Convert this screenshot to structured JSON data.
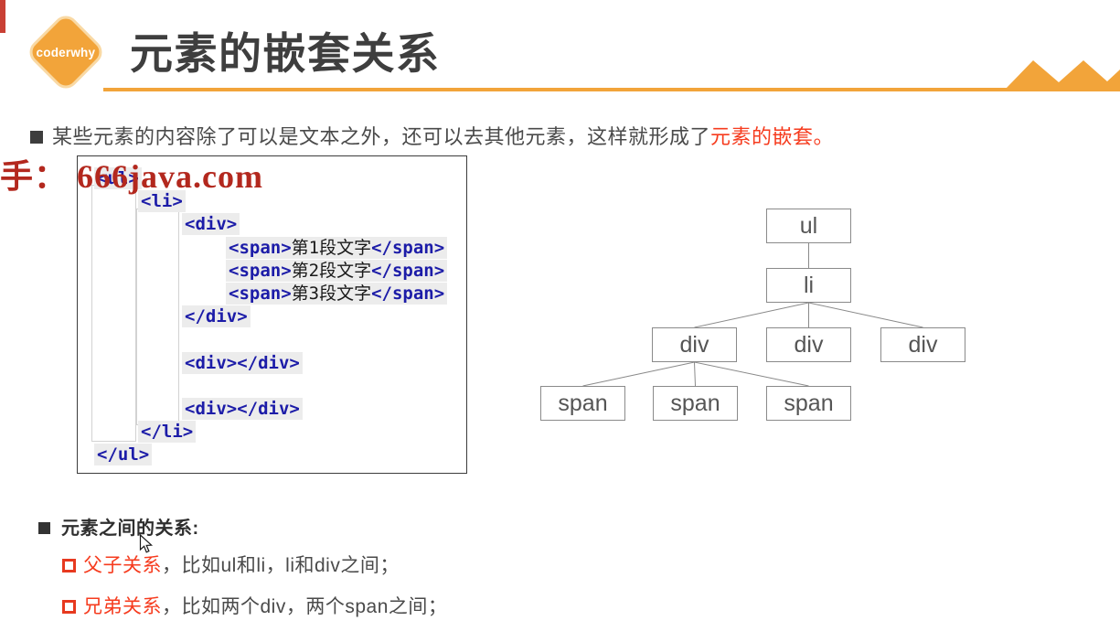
{
  "header": {
    "logo_text": "coderwhy",
    "title": "元素的嵌套关系"
  },
  "colors": {
    "accent_orange": "#F2A43A",
    "accent_red": "#F63B1E",
    "watermark_red": "#B3281E",
    "code_tag_blue": "#1C1CA8",
    "corner_red": "#C94034"
  },
  "watermark": {
    "text": "手： 666java.com"
  },
  "intro": {
    "text": "某些元素的内容除了可以是文本之外，还可以去其他元素，这样就形成了",
    "highlight": "元素的嵌套。"
  },
  "code": {
    "lines": [
      {
        "indent": 0,
        "tokens": [
          [
            "tag",
            "<ul>"
          ]
        ]
      },
      {
        "indent": 1,
        "tokens": [
          [
            "tag",
            "<li>"
          ]
        ]
      },
      {
        "indent": 2,
        "tokens": [
          [
            "tag",
            "<div>"
          ]
        ]
      },
      {
        "indent": 3,
        "tokens": [
          [
            "tag",
            "<span>"
          ],
          [
            "txt",
            "第1段文字"
          ],
          [
            "tag",
            "</span>"
          ]
        ]
      },
      {
        "indent": 3,
        "tokens": [
          [
            "tag",
            "<span>"
          ],
          [
            "txt",
            "第2段文字"
          ],
          [
            "tag",
            "</span>"
          ]
        ]
      },
      {
        "indent": 3,
        "tokens": [
          [
            "tag",
            "<span>"
          ],
          [
            "txt",
            "第3段文字"
          ],
          [
            "tag",
            "</span>"
          ]
        ]
      },
      {
        "indent": 2,
        "tokens": [
          [
            "tag",
            "</div>"
          ]
        ]
      },
      {
        "indent": 2,
        "tokens": []
      },
      {
        "indent": 2,
        "tokens": [
          [
            "tag",
            "<div></div>"
          ]
        ]
      },
      {
        "indent": 2,
        "tokens": []
      },
      {
        "indent": 2,
        "tokens": [
          [
            "tag",
            "<div></div>"
          ]
        ]
      },
      {
        "indent": 1,
        "tokens": [
          [
            "tag",
            "</li>"
          ]
        ]
      },
      {
        "indent": 0,
        "tokens": [
          [
            "tag",
            "</ul>"
          ]
        ]
      }
    ]
  },
  "diagram": {
    "nodes": [
      {
        "id": "ul",
        "label": "ul"
      },
      {
        "id": "li",
        "label": "li"
      },
      {
        "id": "div-1",
        "label": "div"
      },
      {
        "id": "div-2",
        "label": "div"
      },
      {
        "id": "div-3",
        "label": "div"
      },
      {
        "id": "span-1",
        "label": "span"
      },
      {
        "id": "span-2",
        "label": "span"
      },
      {
        "id": "span-3",
        "label": "span"
      }
    ]
  },
  "relations": {
    "heading": "元素之间的关系:",
    "items": [
      {
        "term": "父子关系",
        "rest": "，比如ul和li，li和div之间；"
      },
      {
        "term": "兄弟关系",
        "rest": "，比如两个div，两个span之间；"
      }
    ]
  }
}
